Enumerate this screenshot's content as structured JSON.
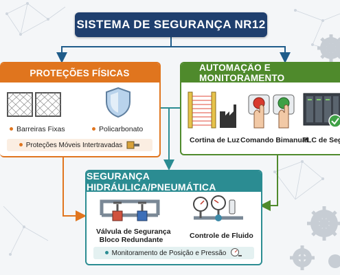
{
  "title": "SISTEMA DE SEGURANÇA NR12",
  "colors": {
    "title_bg": "#1f3f6e",
    "physical": "#e0751e",
    "automation": "#4f8a2c",
    "hydraulic": "#2b8c92"
  },
  "physical": {
    "header": "PROTEÇÕES FÍSICAS",
    "items": [
      {
        "label": "Barreiras Fixas",
        "icon": "fence-icon"
      },
      {
        "label": "Policarbonato",
        "icon": "shield-icon"
      }
    ],
    "strip": "Proteções Móveis Intertravadas",
    "strip_icon": "interlock-switch-icon"
  },
  "automation": {
    "header": "AUTOMAÇÃO E MONITORAMENTO",
    "items": [
      {
        "label": "Cortina de Luz",
        "icon": "light-curtain-icon"
      },
      {
        "label": "Comando Bimanual",
        "icon": "two-hand-control-icon"
      },
      {
        "label": "PLC de Segurança",
        "icon": "plc-icon"
      }
    ]
  },
  "hydraulic": {
    "header": "SEGURANÇA HIDRÁULICA/PNEUMÁTICA",
    "items": [
      {
        "label_line1": "Válvula de Segurança",
        "label_line2": "Bloco Redundante",
        "icon": "valve-block-icon"
      },
      {
        "label": "Controle de Fluido",
        "icon": "gauge-icon"
      }
    ],
    "strip": "Monitoramento de Posição e Pressão",
    "strip_icon": "pressure-sensor-icon"
  }
}
